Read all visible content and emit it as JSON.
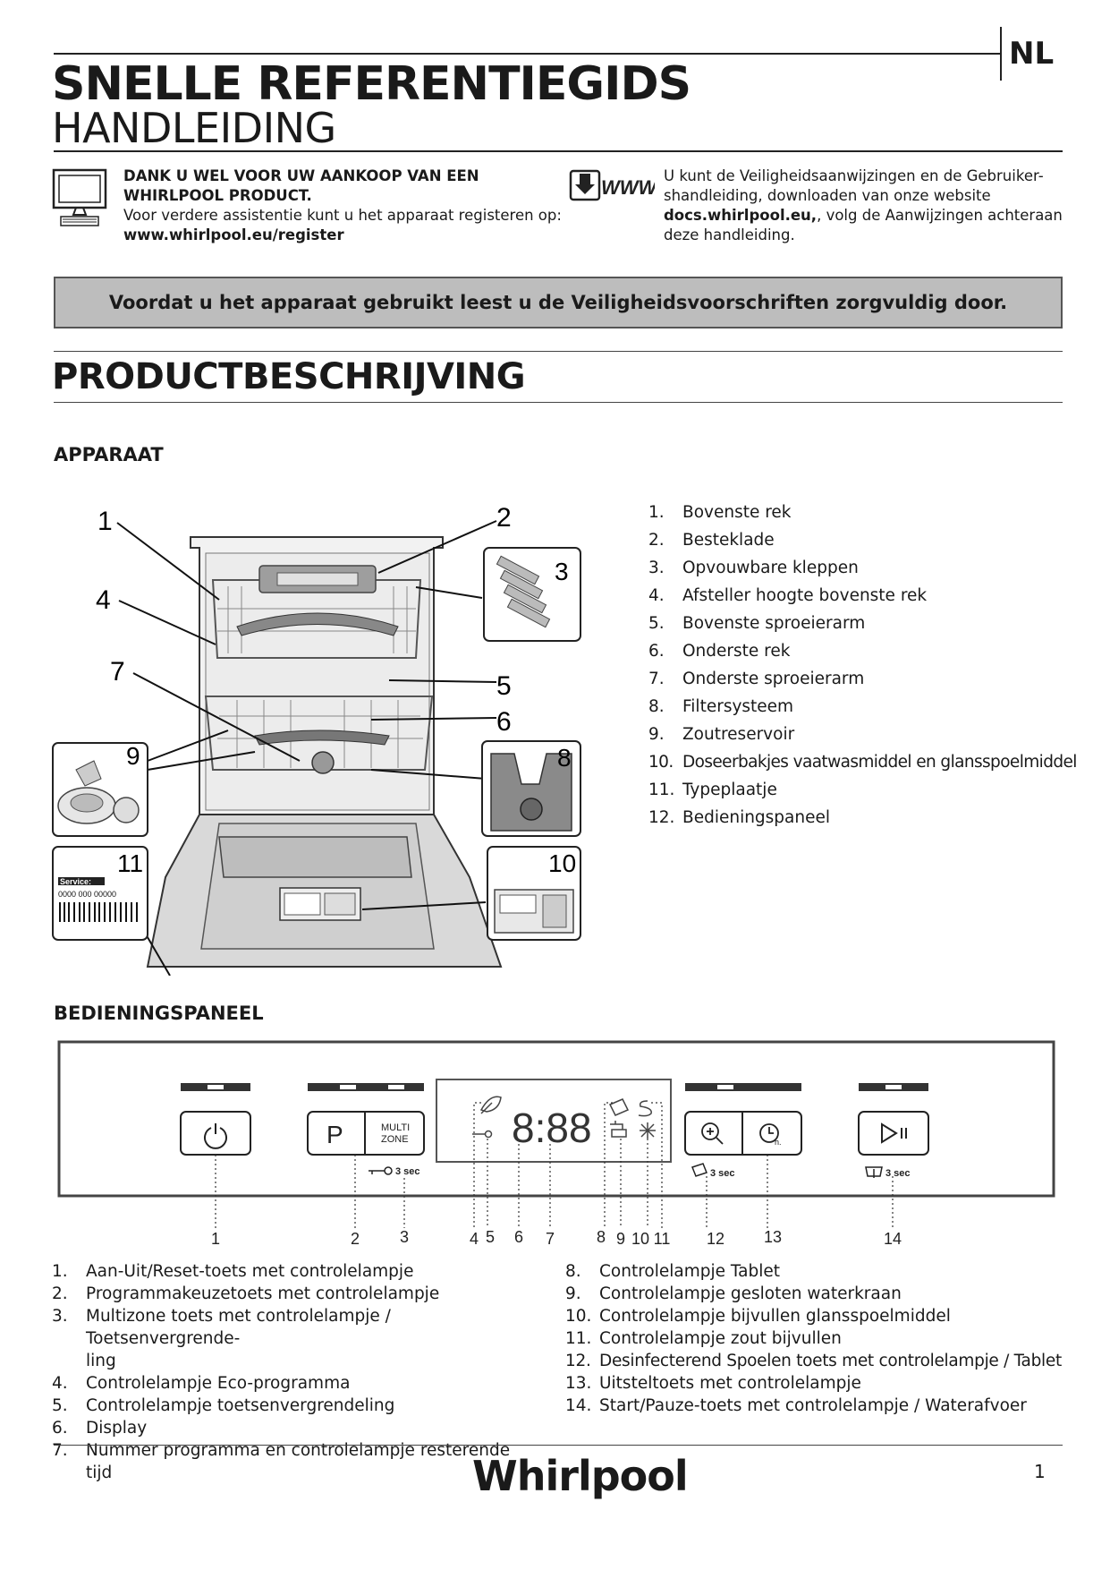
{
  "header": {
    "lang": "NL",
    "title": "SNELLE REFERENTIEGIDS",
    "subtitle": "HANDLEIDING"
  },
  "info_left": {
    "line1": "DANK U WEL VOOR UW AANKOOP VAN EEN",
    "line2": "WHIRLPOOL PRODUCT.",
    "line3": "Voor verdere assistentie kunt u het apparaat registeren op:",
    "line4": "www.whirlpool.eu/register"
  },
  "info_right": {
    "icon_label": "WWW",
    "line1": "U kunt de Veiligheidsaanwijzingen en de Gebruiker-",
    "line2": "shandleiding, downloaden van onze website",
    "line3_bold": "docs.whirlpool.eu,",
    "line3_rest": ", volg de Aanwijzingen achteraan",
    "line4": "deze handleiding."
  },
  "warning": "Voordat u het apparaat gebruikt leest u de Veiligheidsvoorschriften zorgvuldig door.",
  "section_title": "PRODUCTBESCHRIJVING",
  "appliance": {
    "heading": "APPARAAT",
    "callouts": [
      "1",
      "2",
      "3",
      "4",
      "5",
      "6",
      "7",
      "8",
      "9",
      "10",
      "11"
    ],
    "service_label": "Service:",
    "service_number": "0000 000 00000",
    "parts": [
      {
        "n": "1.",
        "label": "Bovenste rek"
      },
      {
        "n": "2.",
        "label": "Besteklade"
      },
      {
        "n": "3.",
        "label": "Opvouwbare kleppen"
      },
      {
        "n": "4.",
        "label": "Afsteller hoogte bovenste rek"
      },
      {
        "n": "5.",
        "label": "Bovenste sproeierarm"
      },
      {
        "n": "6.",
        "label": "Onderste rek"
      },
      {
        "n": "7.",
        "label": "Onderste sproeierarm"
      },
      {
        "n": "8.",
        "label": "Filtersysteem"
      },
      {
        "n": "9.",
        "label": "Zoutreservoir"
      },
      {
        "n": "10.",
        "label": "Doseerbakjes vaatwasmiddel en glansspoelmiddel"
      },
      {
        "n": "11.",
        "label": "Typeplaatje"
      },
      {
        "n": "12.",
        "label": "Bedieningspaneel"
      }
    ]
  },
  "control_panel": {
    "heading": "BEDIENINGSPANEEL",
    "multi_zone_line1": "MULTI",
    "multi_zone_line2": "ZONE",
    "p_label": "P",
    "display_digits": "8:88",
    "hold_3sec": "3 sec",
    "numbers": [
      "1",
      "2",
      "3",
      "4",
      "5",
      "6",
      "7",
      "8",
      "9",
      "10",
      "11",
      "12",
      "13",
      "14"
    ],
    "items_left": [
      {
        "n": "1.",
        "label": "Aan-Uit/Reset-toets met controlelampje"
      },
      {
        "n": "2.",
        "label": "Programmakeuzetoets met controlelampje"
      },
      {
        "n": "3.",
        "label": "Multizone toets met controlelampje / Toetsenvergrende-"
      },
      {
        "n": "",
        "label": "ling"
      },
      {
        "n": "4.",
        "label": "Controlelampje Eco-programma"
      },
      {
        "n": "5.",
        "label": "Controlelampje toetsenvergrendeling"
      },
      {
        "n": "6.",
        "label": "Display"
      },
      {
        "n": "7.",
        "label": "Nummer programma en controlelampje resterende tijd"
      }
    ],
    "items_right": [
      {
        "n": "8.",
        "label": "Controlelampje Tablet"
      },
      {
        "n": "9.",
        "label": "Controlelampje gesloten waterkraan"
      },
      {
        "n": "10.",
        "label": "Controlelampje bijvullen glansspoelmiddel"
      },
      {
        "n": "11.",
        "label": "Controlelampje zout bijvullen"
      },
      {
        "n": "12.",
        "label": "Desinfecterend Spoelen toets met controlelampje / Tablet"
      },
      {
        "n": "13.",
        "label": "Uitsteltoets met controlelampje"
      },
      {
        "n": "14.",
        "label": "Start/Pauze-toets met controlelampje / Waterafvoer"
      }
    ]
  },
  "footer": {
    "brand": "Whirlpool",
    "page": "1"
  }
}
